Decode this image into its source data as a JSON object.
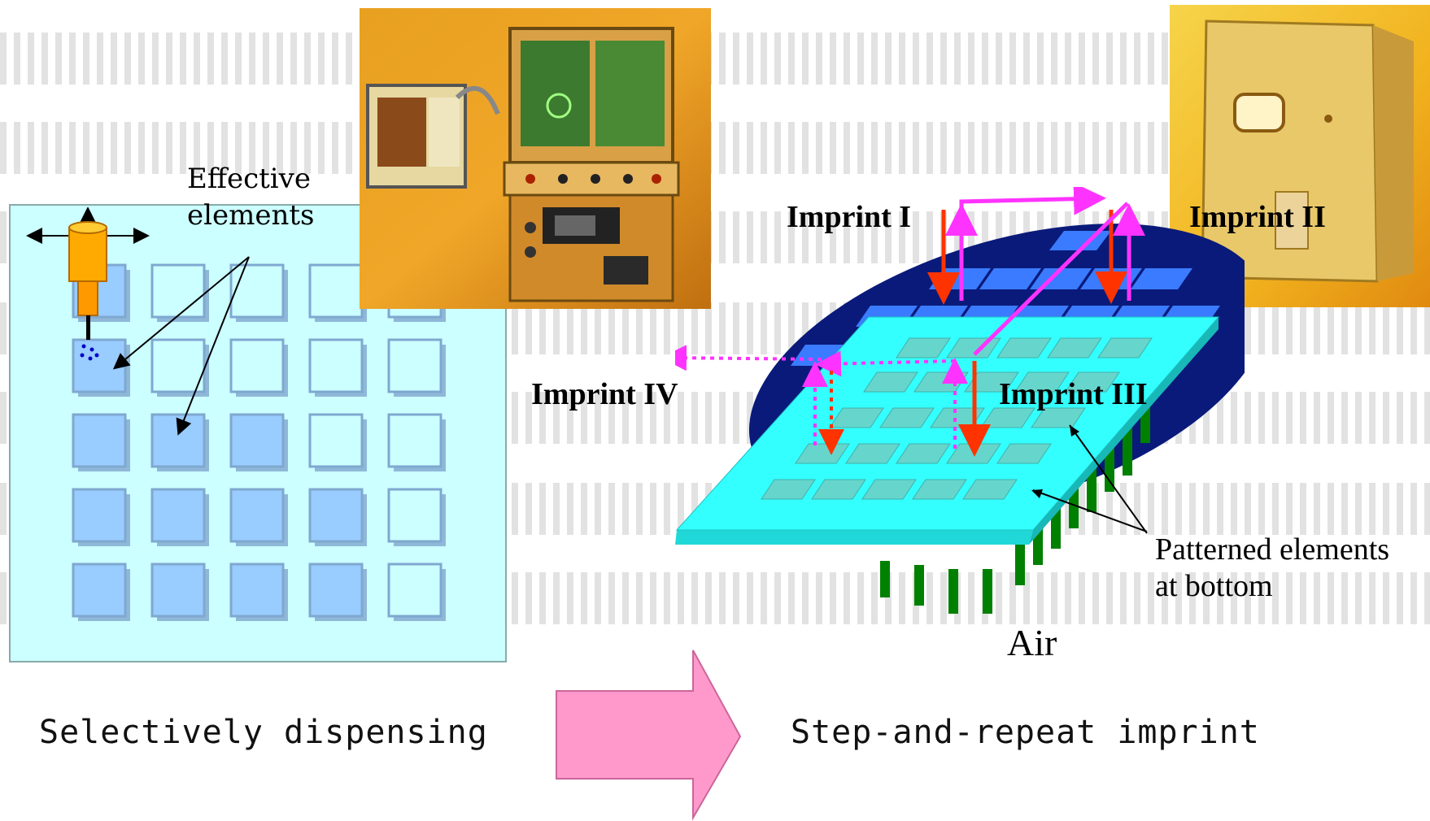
{
  "left_panel": {
    "annotation_line1": "Effective",
    "annotation_line2": "elements",
    "caption": "Selectively dispensing"
  },
  "right_panel": {
    "imprint_1": "Imprint I",
    "imprint_2": "Imprint II",
    "imprint_3": "Imprint III",
    "imprint_4": "Imprint IV",
    "patterned_line1": "Patterned elements",
    "patterned_line2": "at bottom",
    "air": "Air",
    "caption": "Step-and-repeat imprint"
  },
  "colors": {
    "panel_fill": "#ccffff",
    "element_filled": "#99ccff",
    "wafer": "#0a1a7a",
    "mold": "#33ffff",
    "arrow_magenta": "#ff33ff",
    "arrow_red": "#ff3300",
    "pins": "#008000",
    "process_arrow": "#ff99cc"
  },
  "icons": [
    "dispenser-nozzle-icon",
    "four-way-move-arrows-icon",
    "process-flow-arrow-icon"
  ]
}
